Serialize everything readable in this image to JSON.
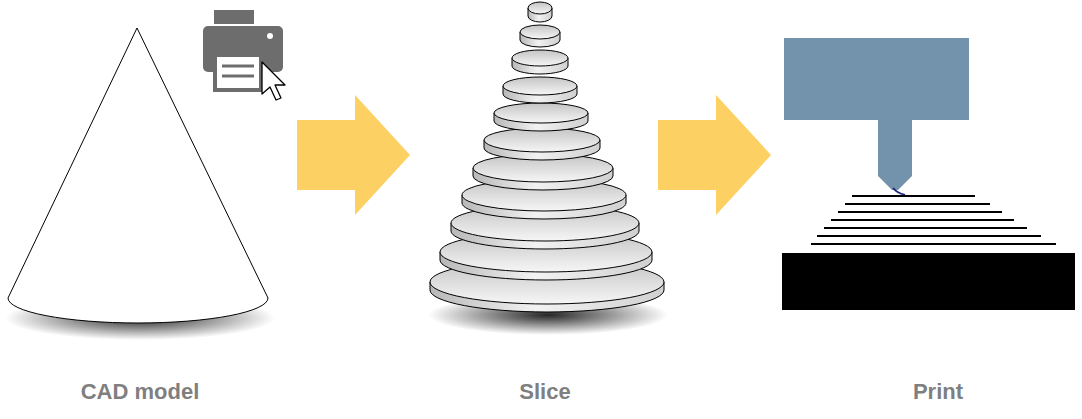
{
  "diagram": {
    "labels": [
      "CAD model",
      "Slice",
      "Print"
    ]
  }
}
